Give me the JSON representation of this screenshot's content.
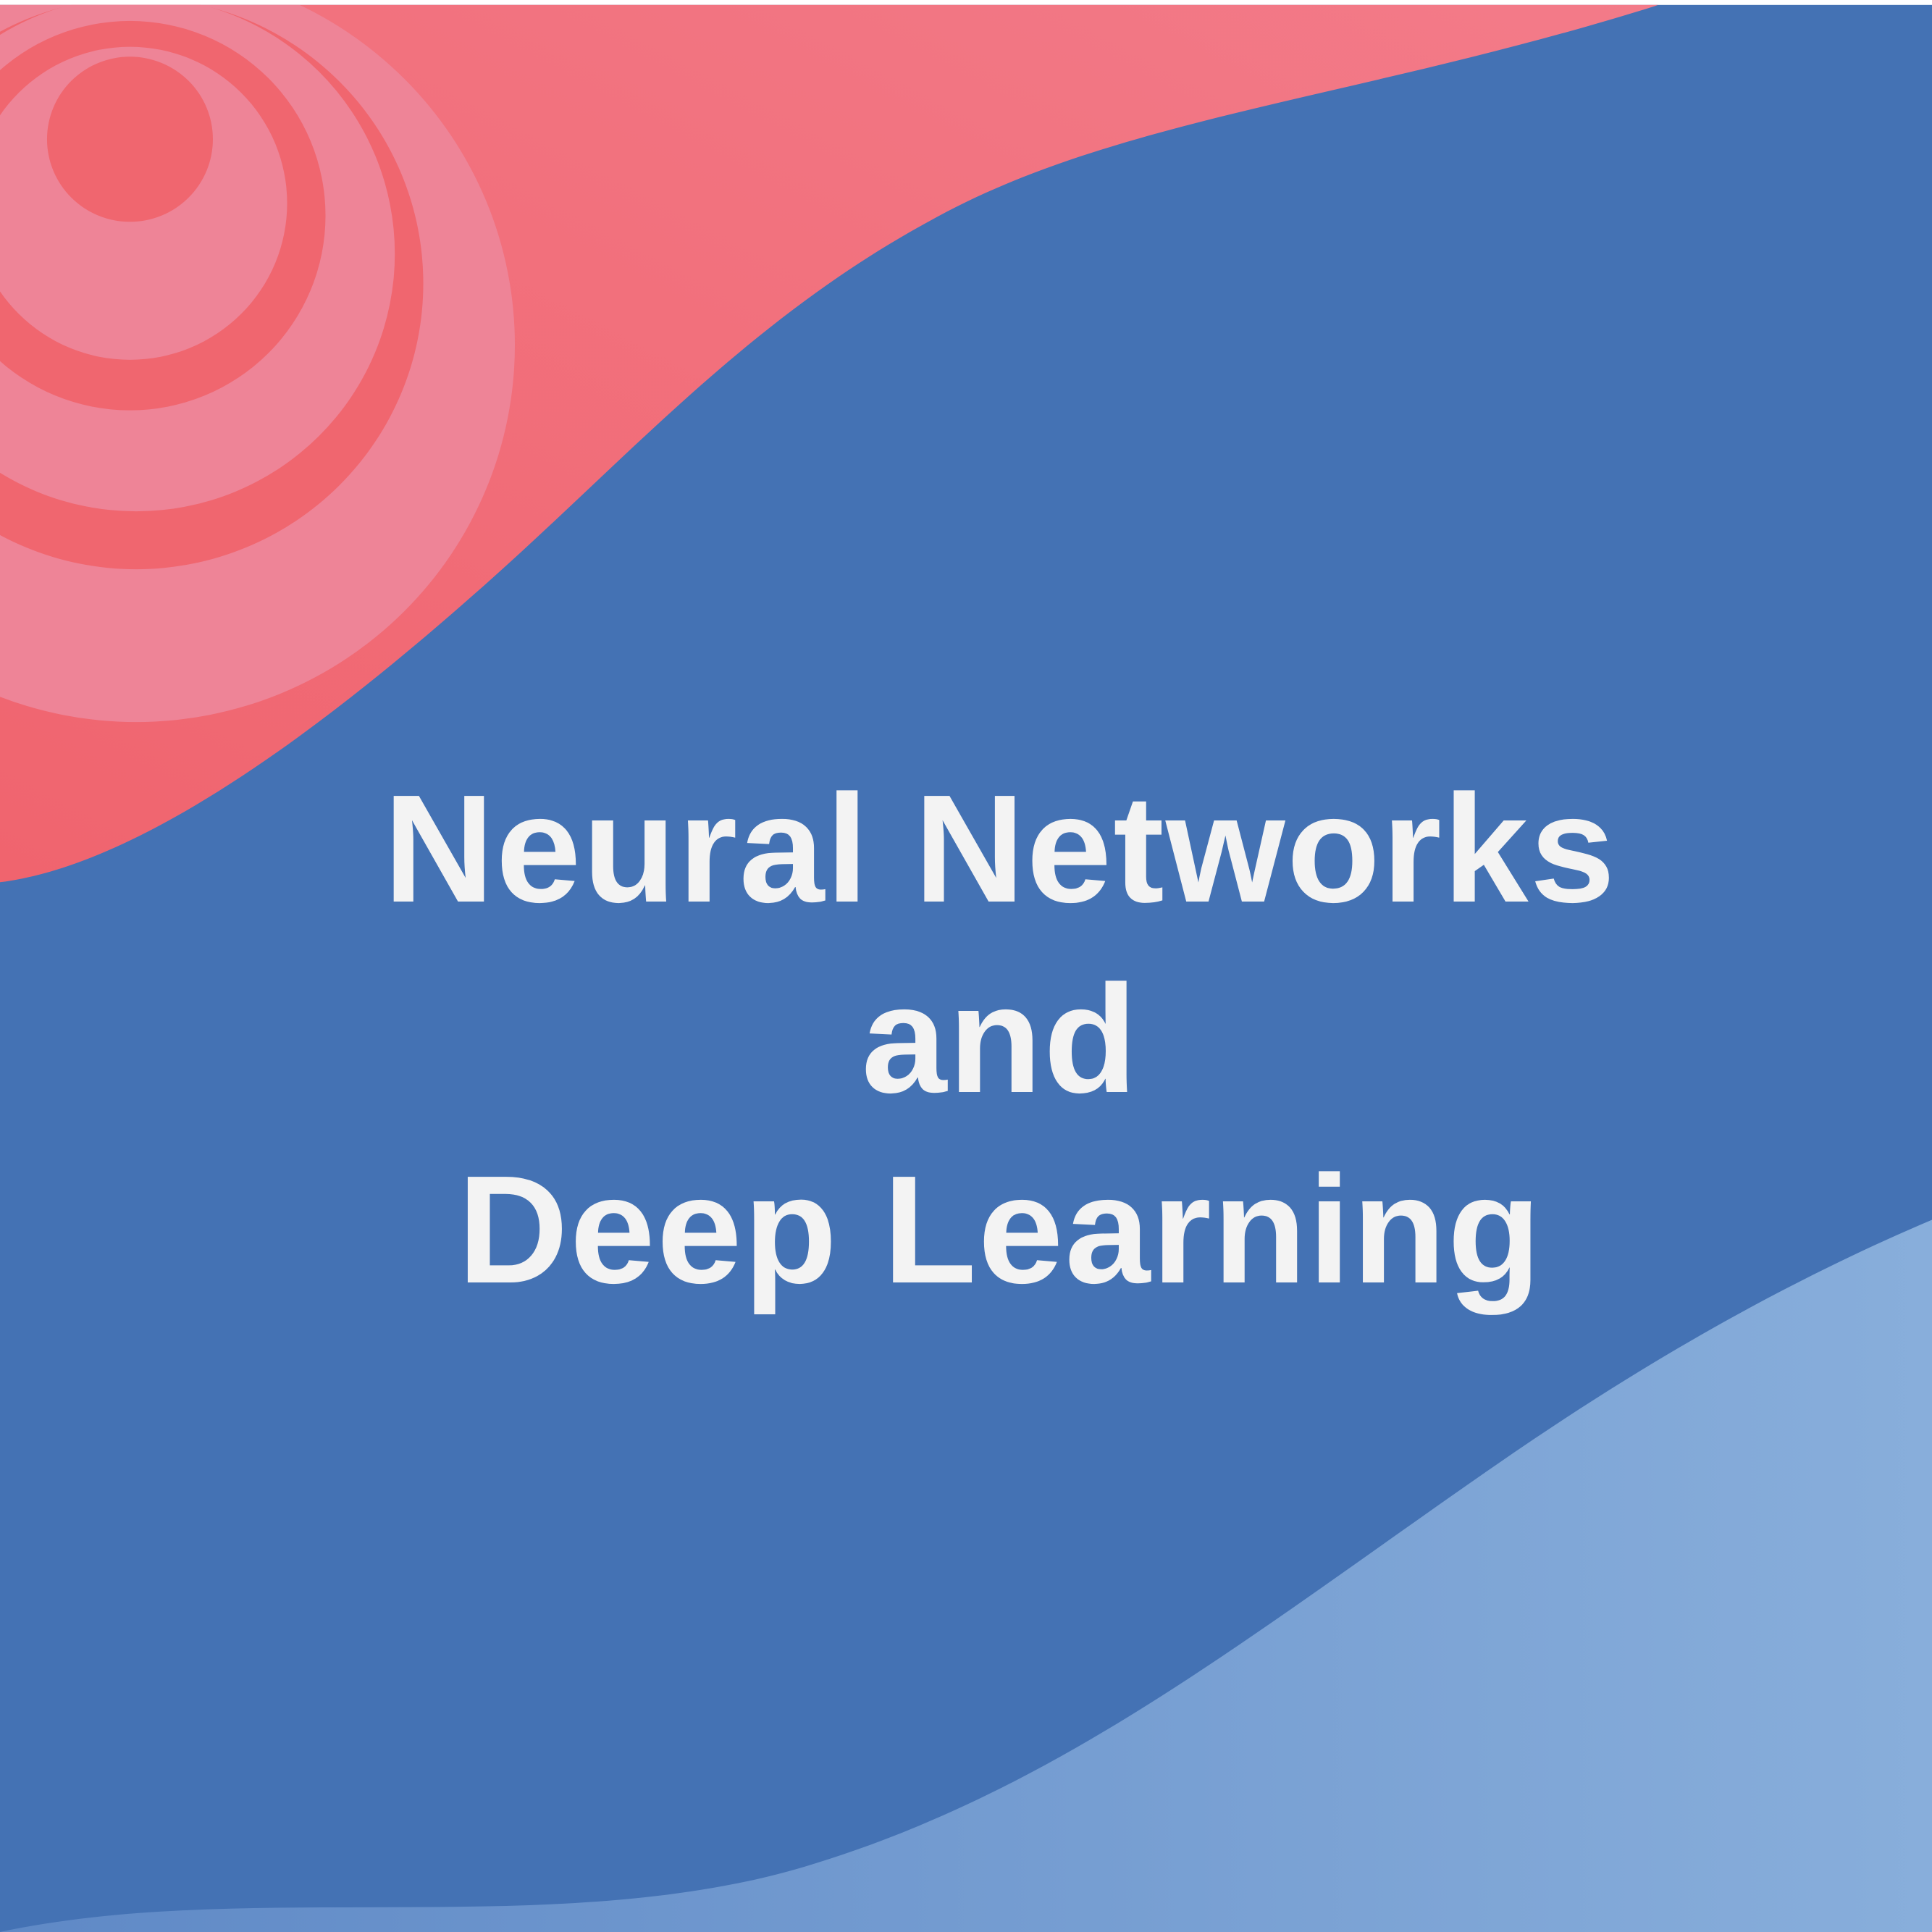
{
  "title": {
    "lines": [
      "Neural Networks",
      "and",
      "Deep Learning"
    ]
  },
  "colors": {
    "background": "#4472b4",
    "red": "#f0666f",
    "pink": "#ee8497",
    "light_blue": "#88aedb",
    "text": "#f3f3f3"
  }
}
